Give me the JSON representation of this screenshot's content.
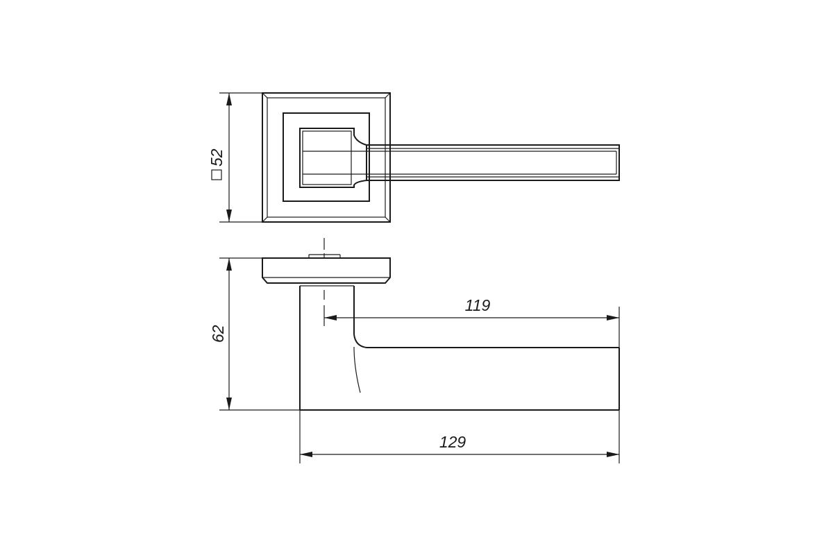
{
  "drawing": {
    "dimensions": {
      "rosette_size": "52",
      "height": "62",
      "lever_length": "119",
      "overall_length": "129"
    },
    "colors": {
      "line": "#1a1a1a",
      "background": "#ffffff"
    }
  }
}
